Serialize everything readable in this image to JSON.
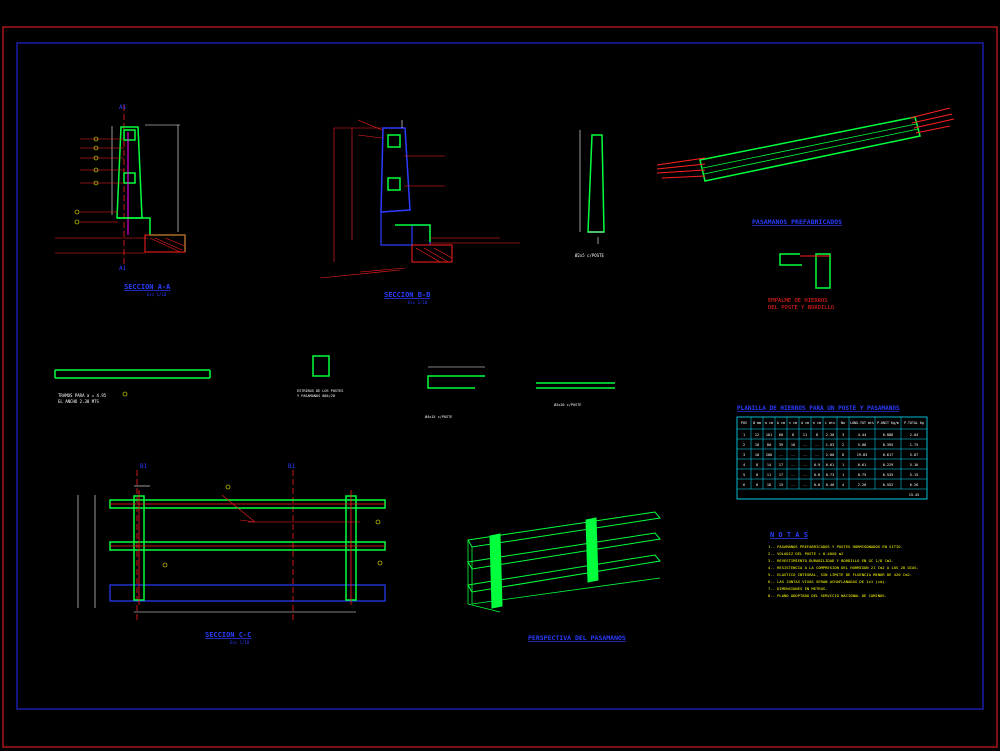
{
  "colors": {
    "background": "#000000",
    "outer_border": "#ff2020",
    "inner_border": "#2a2aff",
    "rebar": "#ff2020",
    "concrete": "#00ff3c",
    "dims": "#ffffff",
    "titles": "#2a3cff",
    "labels_yellow": "#ffff00",
    "grid_cyan": "#00e5ff",
    "magenta": "#ff00ff"
  },
  "titles": {
    "section_a": "SECCION A-A",
    "section_a_scale": "Esc 1/10",
    "section_b": "SECCION B-B",
    "section_b_scale": "Esc 1/10",
    "section_c": "SECCION C-C",
    "section_c_scale": "Esc 1/10",
    "prefab_rail": "PASAMANOS PREFABRICADOS",
    "splice": "EMPALME DE HIERROS",
    "splice2": "DEL POSTE Y BORDILLO",
    "perspective": "PERSPECTIVA DEL PASAMANOS",
    "rebar_table_title": "PLANILLA DE HIERROS PARA UN POSTE Y PASAMANOS",
    "notes_title": "N O T A S"
  },
  "labels": {
    "post_det": "Ø2x5 c/POSTE",
    "rail_bar_left1": "TRAMOS PARA a = 4.95",
    "rail_bar_left2": "EL ANCHO 2.30 MTS",
    "stirrup_caption1": "ESTRIBOS DE LOS POSTES",
    "stirrup_caption2": "Y PASAMANOS 8Ø4/20",
    "hook_label": "Ø4x15 c/POSTE",
    "bar_right_label": "Ø3x20 c/POSTE"
  },
  "rebar_table": {
    "headers": [
      "POS",
      "Ø mm",
      "a cm",
      "b cm",
      "c cm",
      "d cm",
      "e cm",
      "L mts",
      "No",
      "LONG.TOT mts",
      "P.UNIT Kg/m",
      "P.TOTAL Kg"
    ],
    "rows": [
      [
        "1",
        "12",
        "101",
        "60",
        "8",
        "11",
        "8",
        "2.30",
        "3",
        "4.44",
        "0.888",
        "2.04"
      ],
      [
        "2",
        "10",
        "80",
        "39",
        "10",
        "--",
        "--",
        "1.03",
        "2",
        "5.08",
        "0.395",
        "1.75"
      ],
      [
        "3",
        "10",
        "200",
        "--",
        "--",
        "--",
        "--",
        "2.00",
        "8",
        "19.83",
        "0.617",
        "5.87"
      ],
      [
        "4",
        "8",
        "14",
        "17",
        "--",
        "--",
        "0.9",
        "0.61",
        "1",
        "0.61",
        "0.229",
        "5.16"
      ],
      [
        "5",
        "8",
        "11",
        "17",
        "--",
        "--",
        "0.8",
        "0.73",
        "1",
        "0.75",
        "0.535",
        "5.15"
      ],
      [
        "6",
        "8",
        "18",
        "15",
        "--",
        "--",
        "0.8",
        "0.40",
        "4",
        "2.20",
        "0.552",
        "6.26"
      ]
    ],
    "total": "15.45"
  },
  "notes": [
    "1.- PASAMANOS PREFABRICADOS Y POSTES HORMIGONADOS EN SITIO.",
    "2.- VOLADIZ DEL POSTE = 0.40X0 m2",
    "3.- REVESTIMIENTO DURABILIDAD Y BORDILLO EN GC 1/8 Cm2.",
    "4.- RESISTENCIA A LA COMPRESION DEL HORMIGON 21 Cm2 A LOS 28 DIAS.",
    "5.- ELASTICO INTEGRAL, SIN LIMITE DE FLUENCIA MENOR DE 420 Cm2.",
    "6.- LAS JUNTAS VIVAS SERAN ACHAFLANADAS DE 1x1 (cm).",
    "7.- DIMENSIONES EN METROS.",
    "8.- PLANO ADOPTADO DEL SERVICIO NACIONAL DE CAMINOS."
  ]
}
